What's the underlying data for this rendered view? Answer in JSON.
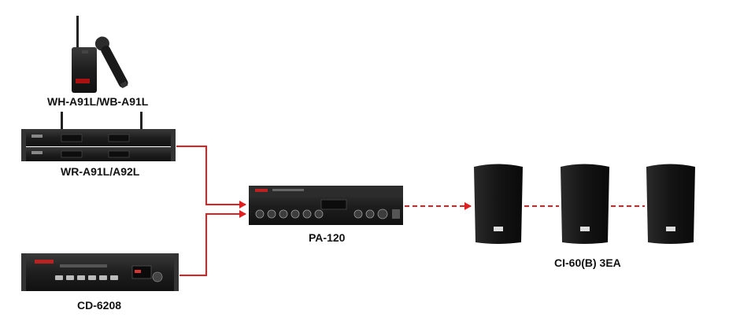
{
  "labels": {
    "wireless_mic": "WH-A91L/WB-A91L",
    "receiver": "WR-A91L/A92L",
    "cd_player": "CD-6208",
    "amplifier": "PA-120",
    "speakers": "CI-60(B) 3EA"
  },
  "colors": {
    "signal_line": "#e02020",
    "device_body": "#1b1b1b",
    "label_text": "#111111"
  },
  "speaker_count": 3
}
